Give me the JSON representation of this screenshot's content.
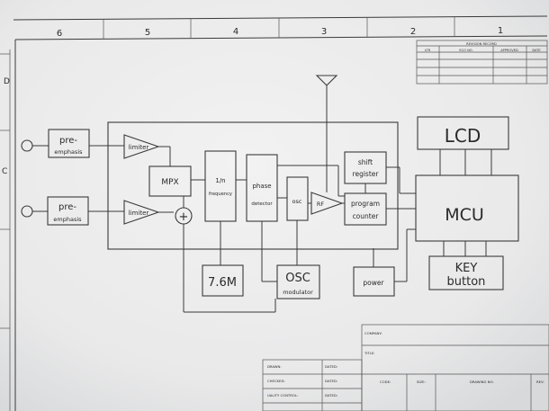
{
  "sheet": {
    "column_numbers": [
      "6",
      "5",
      "4",
      "3",
      "2",
      "1"
    ],
    "row_letters": [
      "D",
      "C"
    ],
    "revision_record": {
      "title": "REVISION RECORD",
      "headers": [
        "LTR",
        "ECO NO.",
        "APPROVED",
        "DATE"
      ]
    },
    "signoff": {
      "rows": [
        {
          "label": "DRAWN:",
          "date": "DATED:"
        },
        {
          "label": "CHECKED:",
          "date": "DATED:"
        },
        {
          "label": "UALITY CONTROL:",
          "date": "DATED:"
        }
      ]
    },
    "title_block": {
      "company": "COMPANY:",
      "title": "TITLE:",
      "code": "CODE:",
      "size": "SIZE:",
      "drawing_no": "DRAWING NO:",
      "rev": "REV:"
    }
  },
  "blocks": {
    "preemph_top": [
      "pre-",
      "emphasis"
    ],
    "preemph_bottom": [
      "pre-",
      "emphasis"
    ],
    "limiter_top": "limiter",
    "limiter_bottom": "limiter",
    "mpx": "MPX",
    "adder": "+",
    "divider": [
      "1/n",
      "frequency"
    ],
    "phase_detector": [
      "phase",
      "detector"
    ],
    "osc_small": "osc",
    "rf": "RF",
    "shift_register": [
      "shift",
      "register"
    ],
    "program_counter": [
      "program",
      "counter"
    ],
    "lcd": "LCD",
    "mcu": "MCU",
    "key": [
      "KEY",
      "button"
    ],
    "crystal": "7.6M",
    "osc_modulator": [
      "OSC",
      "modulator"
    ],
    "power": "power"
  },
  "colors": {
    "paper": "#f0f0f0",
    "ink": "#2a2a2a"
  }
}
